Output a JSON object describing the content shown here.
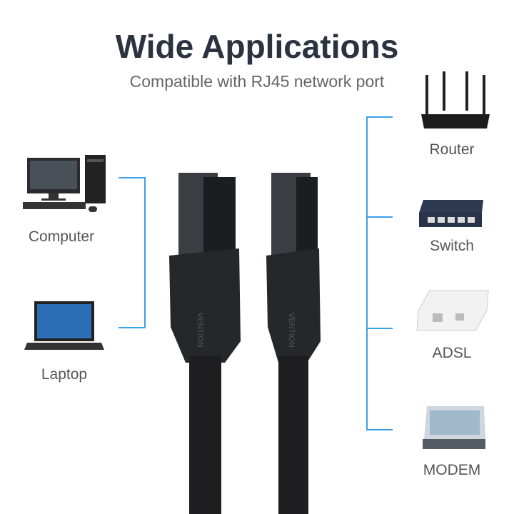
{
  "header": {
    "title": "Wide Applications",
    "subtitle": "Compatible with RJ45 network port"
  },
  "left_devices": [
    {
      "label": "Computer",
      "icon": "desktop-computer-icon"
    },
    {
      "label": "Laptop",
      "icon": "laptop-icon"
    }
  ],
  "right_devices": [
    {
      "label": "Router",
      "icon": "router-icon"
    },
    {
      "label": "Switch",
      "icon": "network-switch-icon"
    },
    {
      "label": "ADSL",
      "icon": "adsl-splitter-icon"
    },
    {
      "label": "MODEM",
      "icon": "modem-icon"
    }
  ],
  "product": {
    "brand": "VENTION"
  },
  "colors": {
    "connector_line": "#3aa0e8",
    "title": "#2b3240",
    "cable": "#1e1e20"
  }
}
